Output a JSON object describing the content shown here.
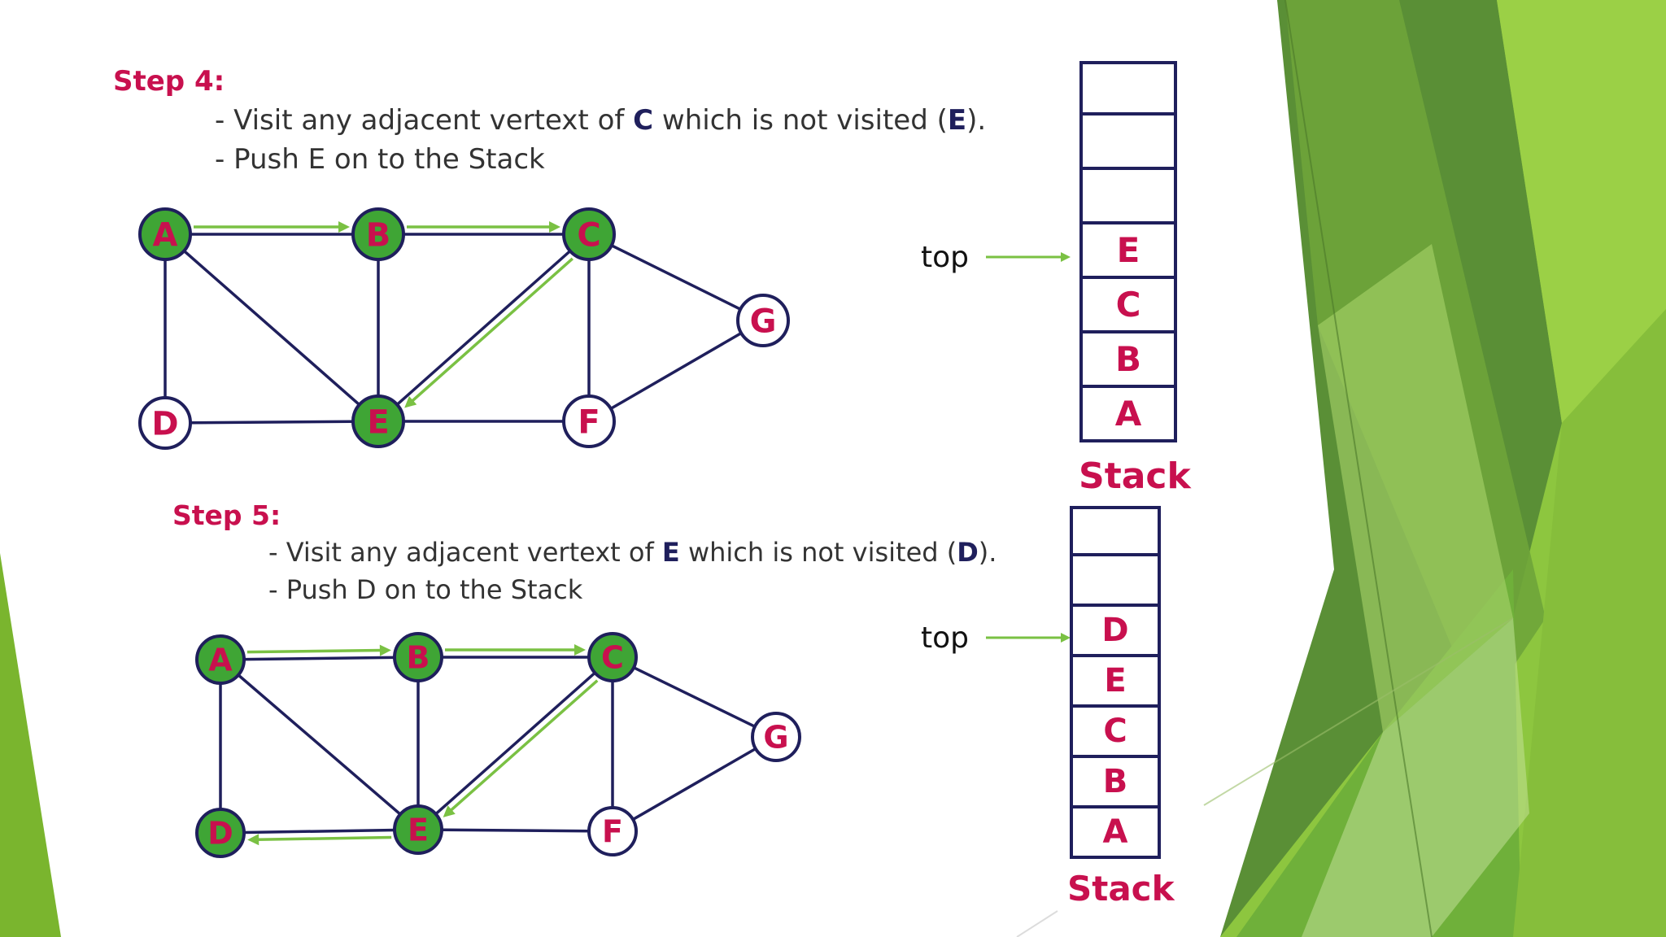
{
  "steps": [
    {
      "title": "Step 4:",
      "line1": {
        "prefix": "- Visit any adjacent vertext of ",
        "vertex": "C",
        "middle": " which is not visited (",
        "target": "E",
        "suffix": ")."
      },
      "line2": "- Push E on to the Stack",
      "stack": [
        "",
        "",
        "",
        "E",
        "C",
        "B",
        "A"
      ],
      "top_label": "top",
      "stack_caption": "Stack",
      "visited": [
        "A",
        "B",
        "C",
        "E"
      ]
    },
    {
      "title": "Step 5:",
      "line1": {
        "prefix": "- Visit any adjacent vertext of ",
        "vertex": "E",
        "middle": " which is not visited (",
        "target": "D",
        "suffix": ")."
      },
      "line2": "- Push D on to the Stack",
      "stack": [
        "",
        "",
        "D",
        "E",
        "C",
        "B",
        "A"
      ],
      "top_label": "top",
      "stack_caption": "Stack",
      "visited": [
        "A",
        "B",
        "C",
        "E",
        "D"
      ]
    }
  ],
  "nodes": [
    "A",
    "B",
    "C",
    "D",
    "E",
    "F",
    "G"
  ],
  "colors": {
    "accent": "#c8104e",
    "visited_fill": "#3fa535",
    "edge": "#1f1f5c",
    "arrow": "#7ac143"
  }
}
